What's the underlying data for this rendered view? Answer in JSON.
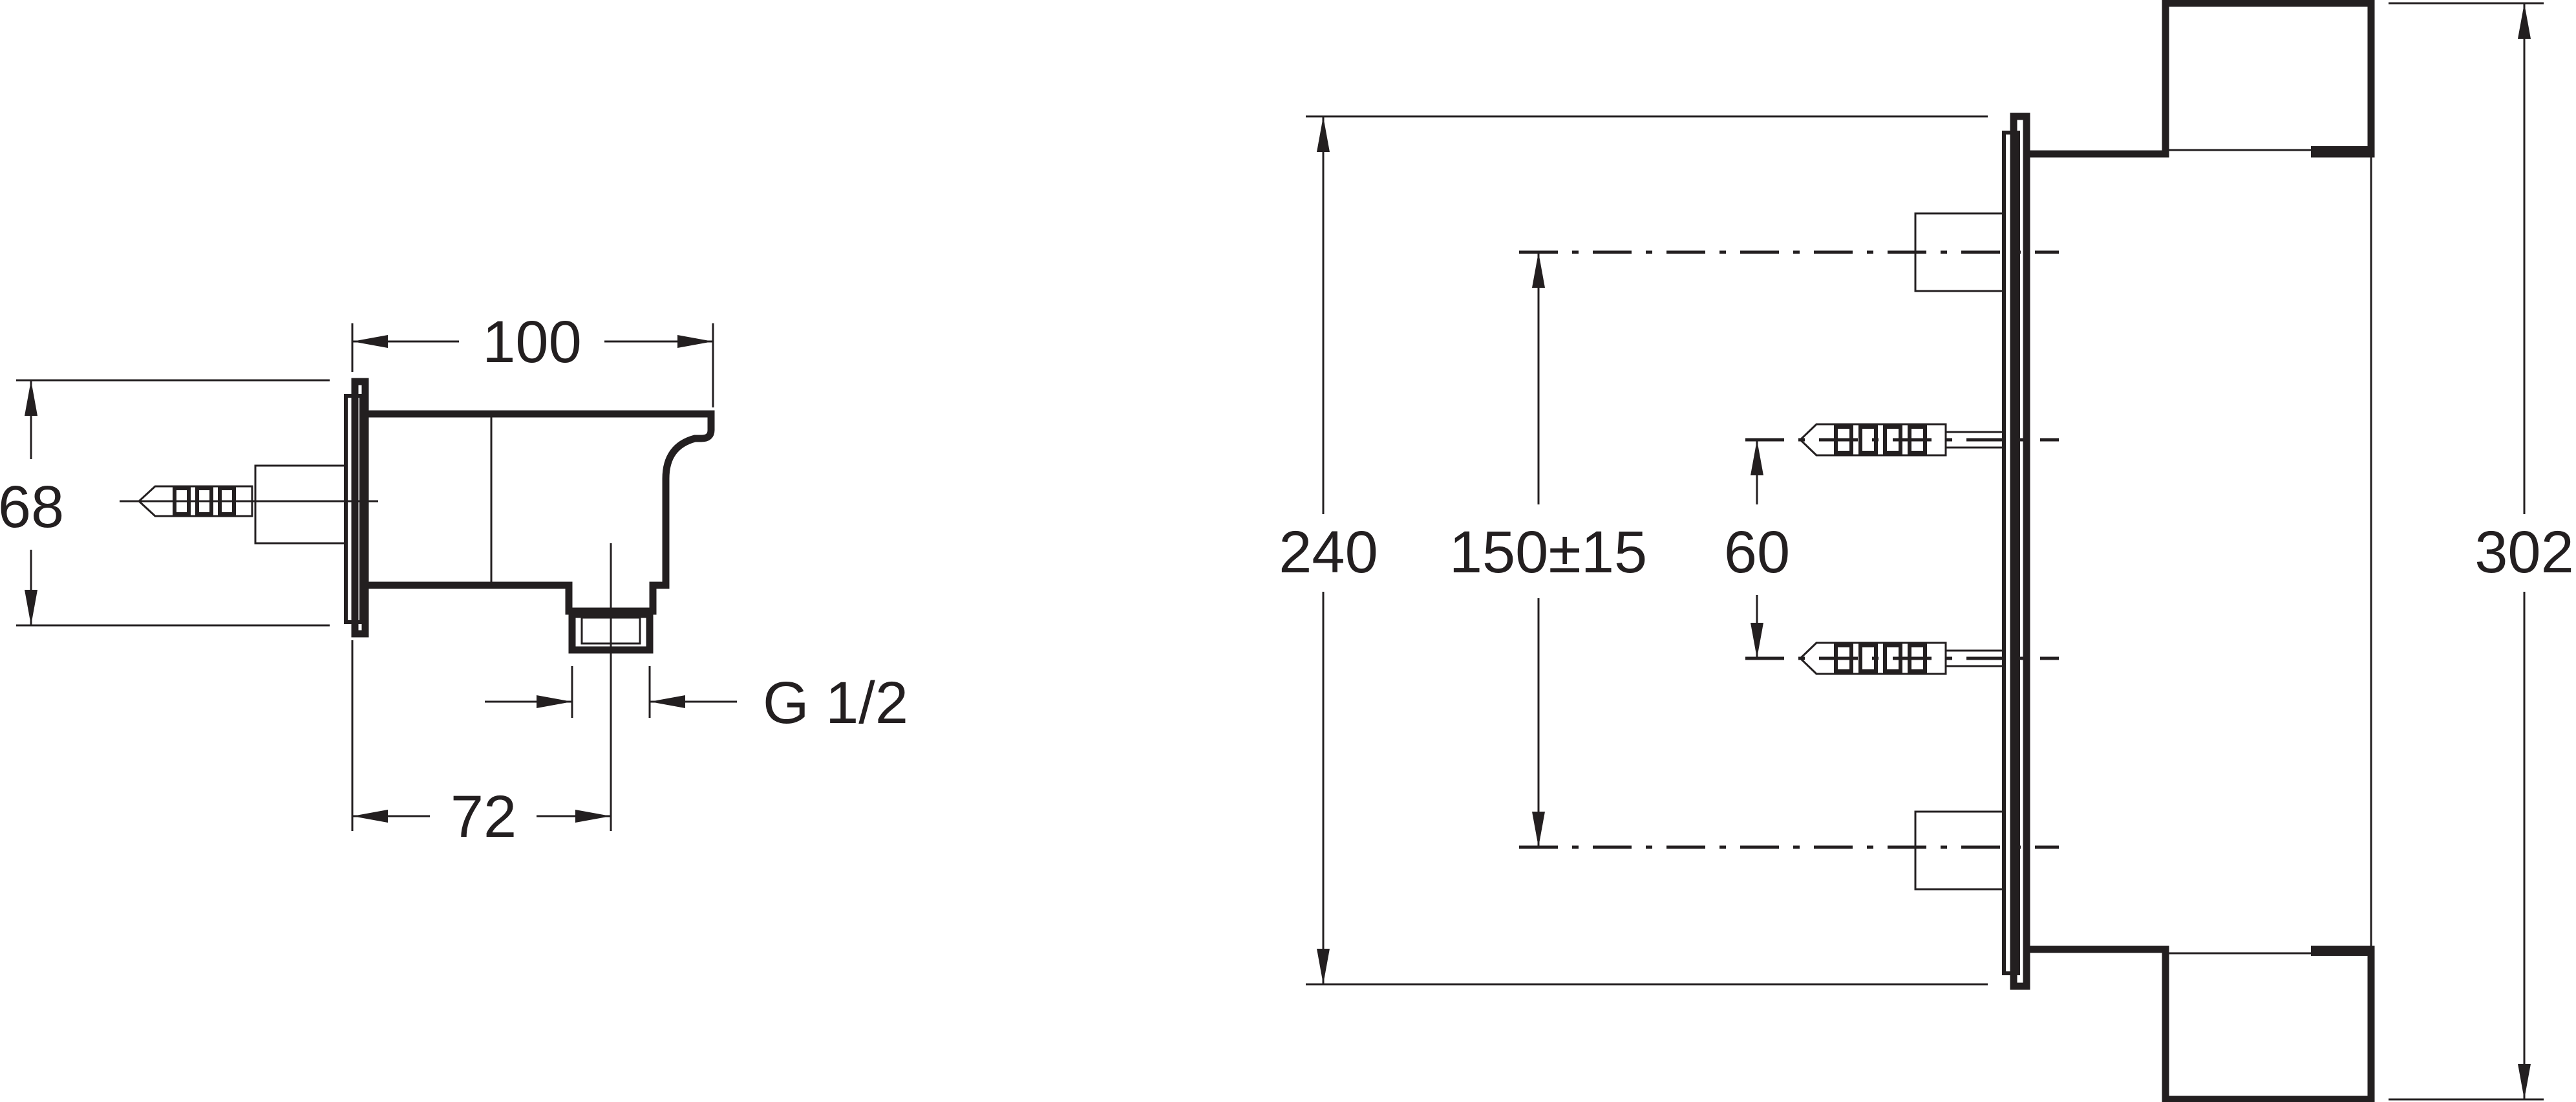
{
  "dimensions": {
    "side_width": "100",
    "side_height": "68",
    "side_outlet_offset": "72",
    "thread": "G 1/2",
    "front_height": "240",
    "front_mounting_distance": "150±15",
    "front_anchor_spacing": "60",
    "front_total_height": "302"
  },
  "colors": {
    "line": "#231f20",
    "background": "#ffffff"
  }
}
